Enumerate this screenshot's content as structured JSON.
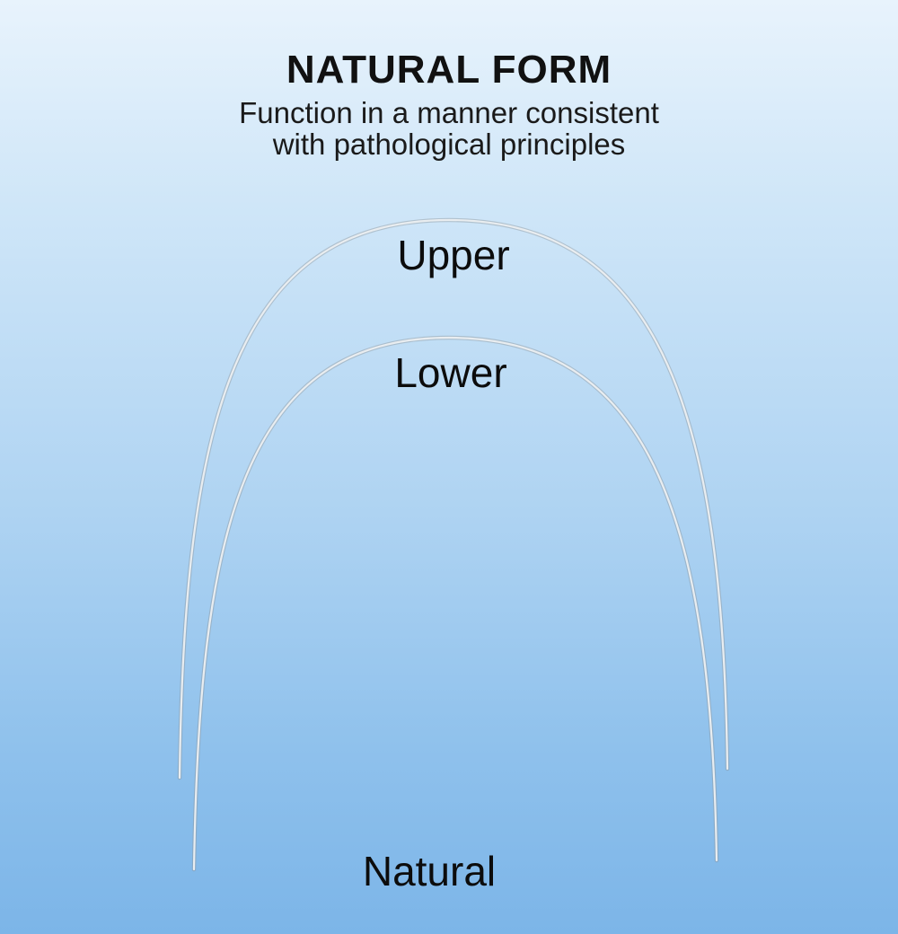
{
  "header": {
    "title": "NATURAL FORM",
    "subtitle_line1": "Function in a manner consistent",
    "subtitle_line2": "with pathological principles"
  },
  "labels": {
    "upper": "Upper",
    "lower": "Lower",
    "natural": "Natural"
  },
  "colors": {
    "background_top": "#e8f3fc",
    "background_bottom": "#7cb5e8",
    "wire": "#c9ced3",
    "text": "#111111"
  }
}
